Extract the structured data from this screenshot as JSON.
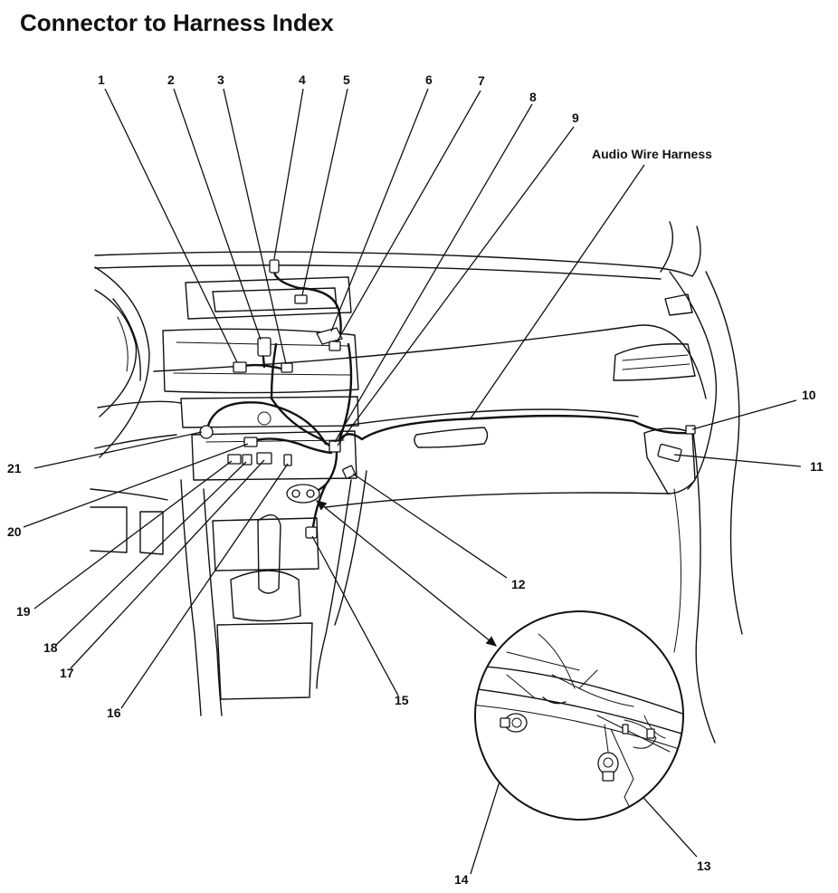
{
  "title": "Connector to Harness Index",
  "harness_label": "Audio Wire Harness",
  "callouts": [
    "1",
    "2",
    "3",
    "4",
    "5",
    "6",
    "7",
    "8",
    "9",
    "10",
    "11",
    "12",
    "13",
    "14",
    "15",
    "16",
    "17",
    "18",
    "19",
    "20",
    "21"
  ]
}
